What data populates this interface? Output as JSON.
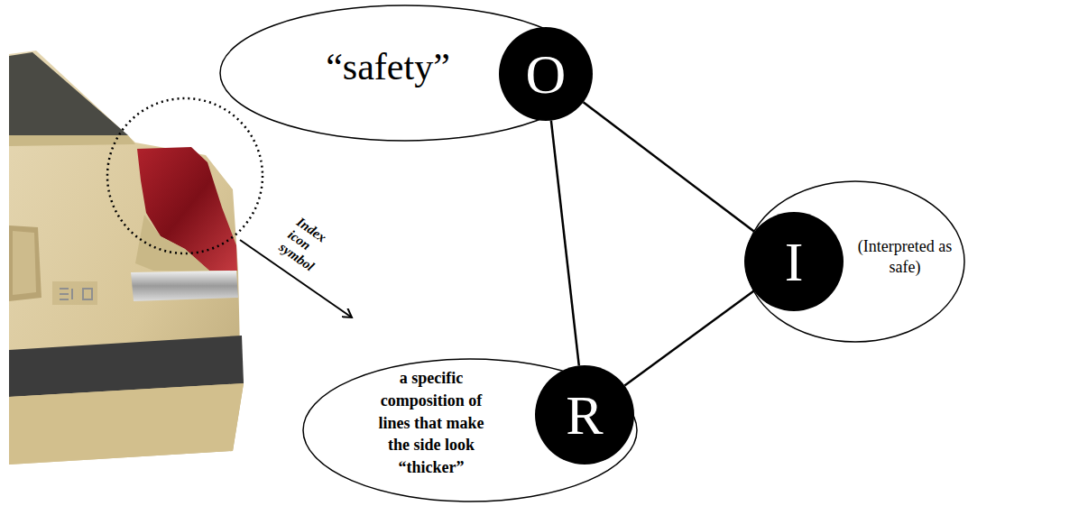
{
  "diagram": {
    "nodes": [
      {
        "text": [
          "“safety”"
        ]
      },
      {
        "text": [
          "O"
        ]
      },
      {
        "text": [
          "I"
        ]
      },
      {
        "text": [
          "(Interpreted as safe)"
        ]
      },
      {
        "text": [
          "R"
        ]
      },
      {
        "text": [
          "a specific composition of lines that make the side look “thicker”"
        ]
      }
    ],
    "edges": [
      {
        "from": 1,
        "to": 4,
        "arrow": "none"
      },
      {
        "from": 1,
        "to": 2,
        "arrow": "none"
      },
      {
        "from": 2,
        "to": 4,
        "arrow": "none"
      }
    ],
    "labels": [
      "Index icon symbol"
    ]
  }
}
